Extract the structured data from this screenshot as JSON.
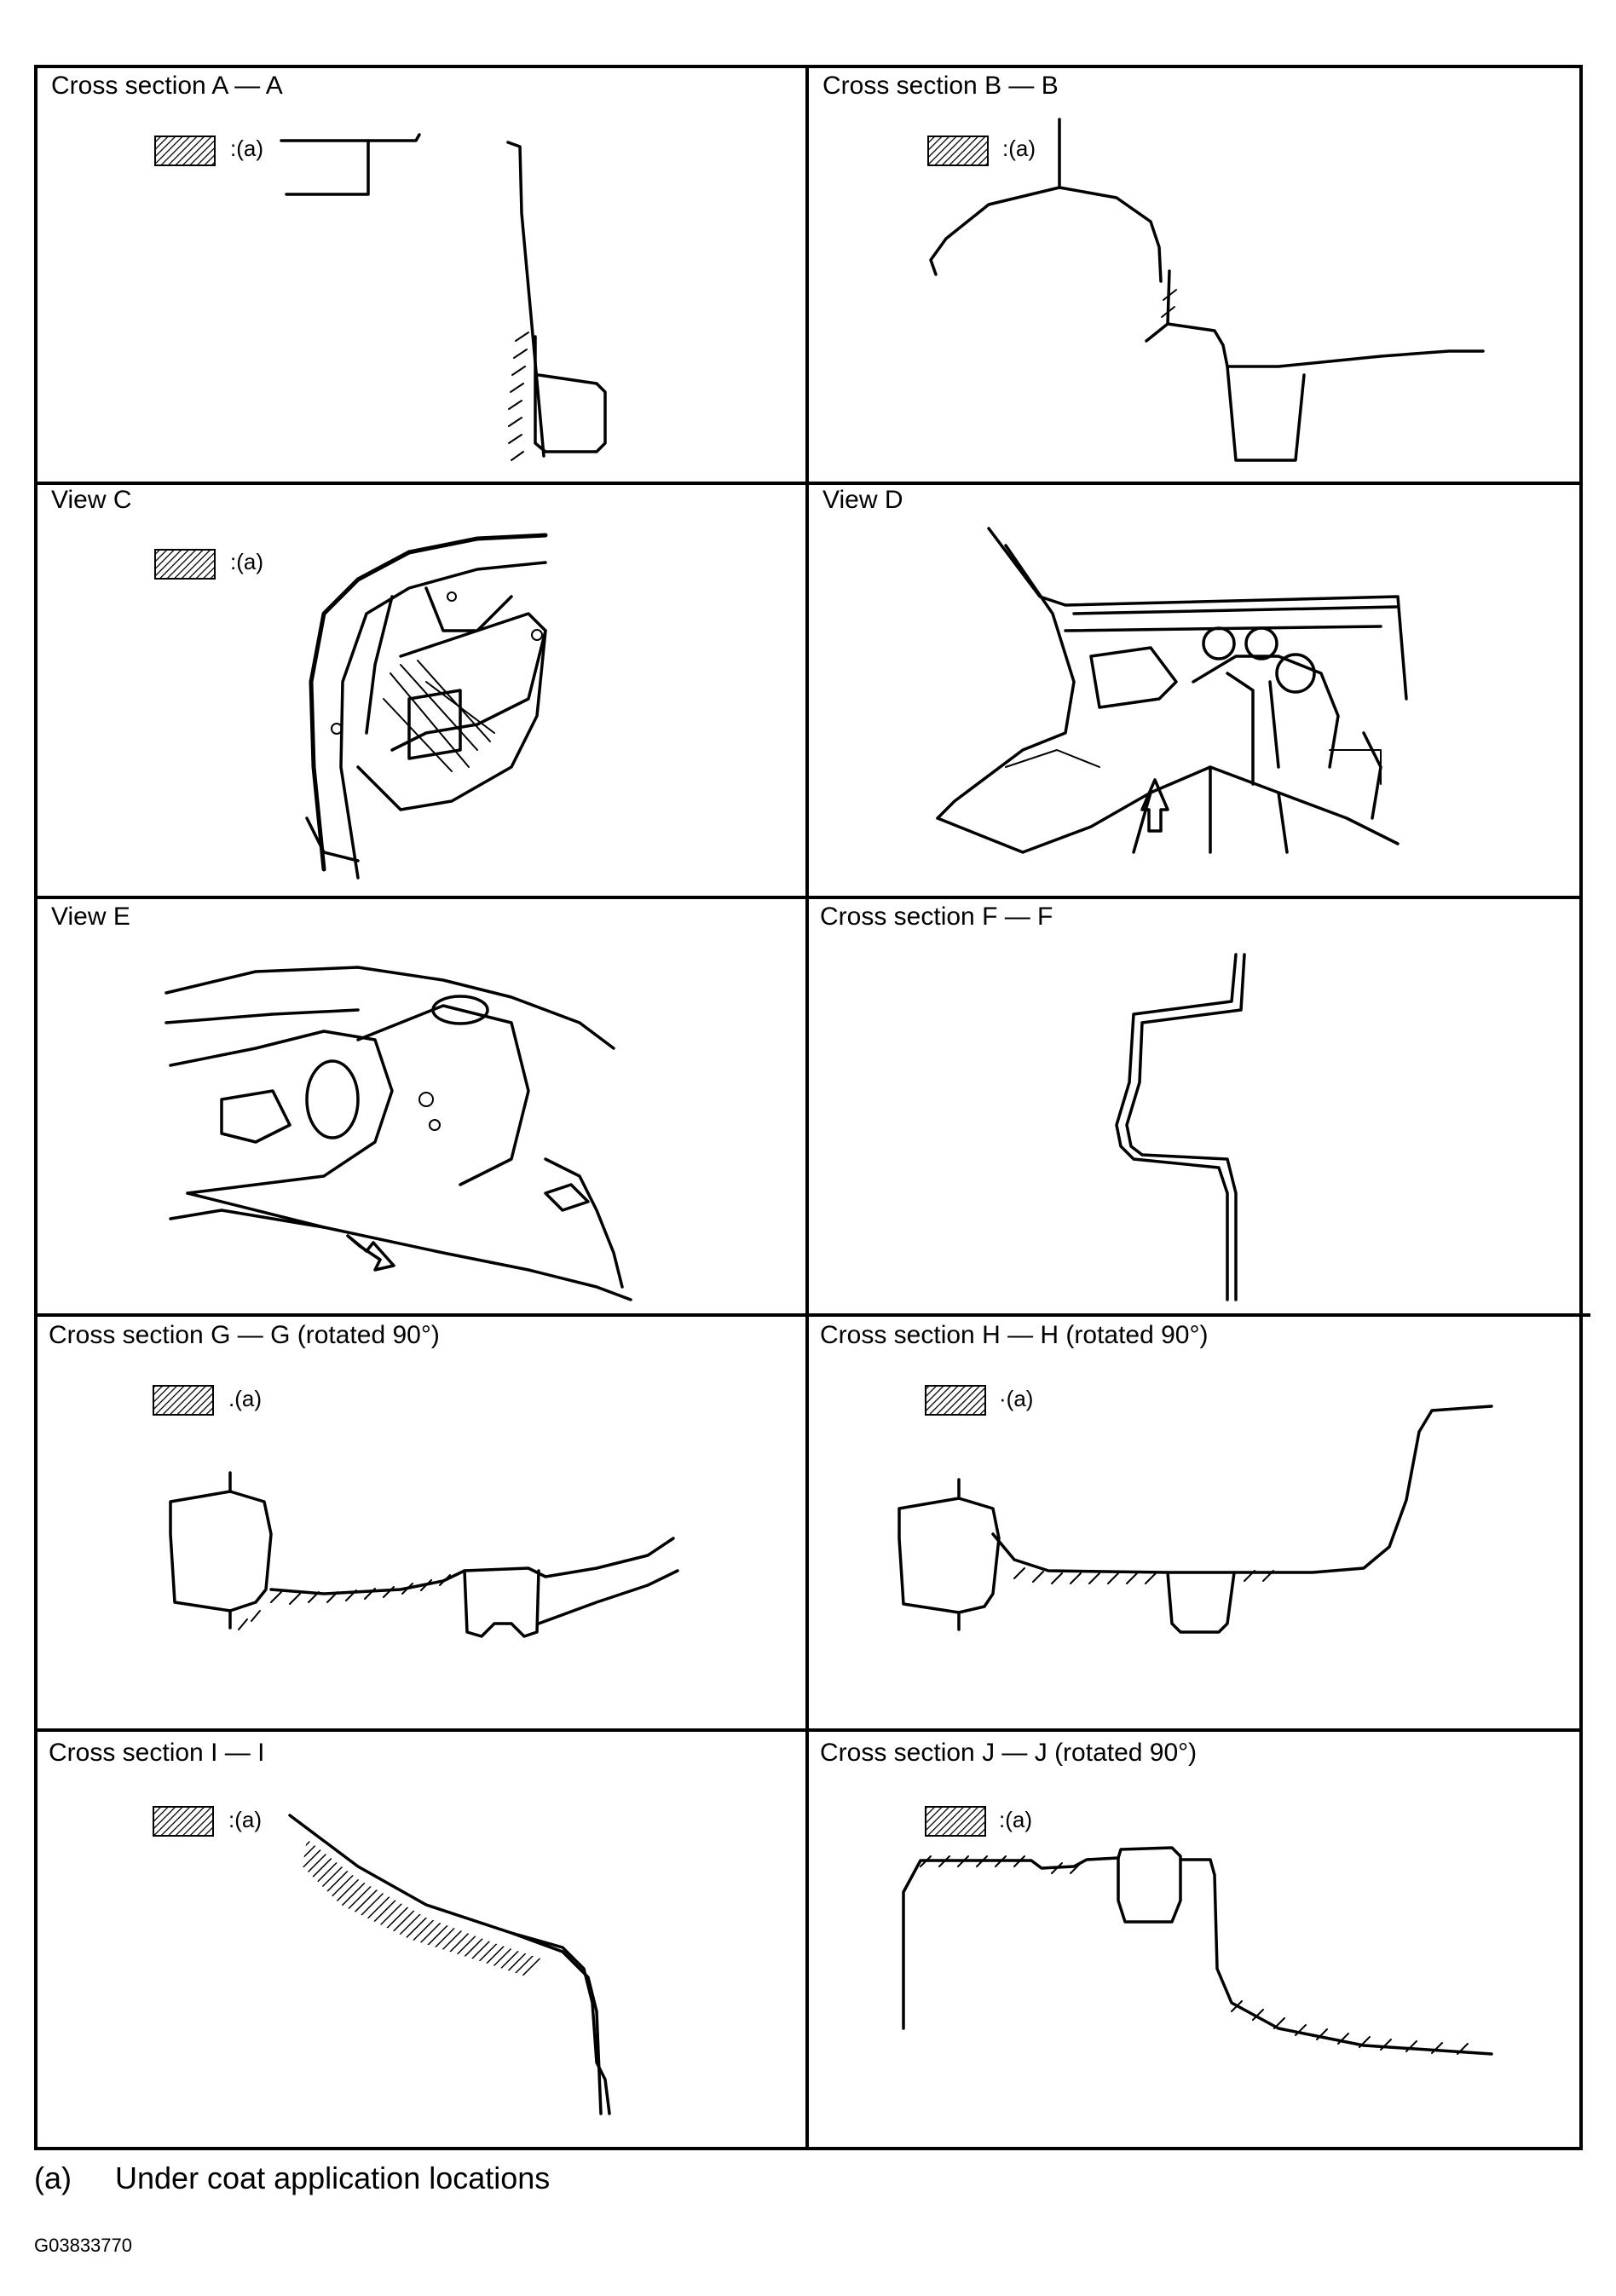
{
  "panels": [
    {
      "id": "A",
      "title": "Cross section A — A",
      "legend": ":(a)"
    },
    {
      "id": "B",
      "title": "Cross section B — B",
      "legend": ":(a)"
    },
    {
      "id": "C",
      "title": "View C",
      "legend": ":(a)"
    },
    {
      "id": "D",
      "title": "View D",
      "legend": ""
    },
    {
      "id": "E",
      "title": "View E",
      "legend": ""
    },
    {
      "id": "F",
      "title": "Cross section F — F",
      "legend": ""
    },
    {
      "id": "G",
      "title": "Cross section G — G (rotated 90°)",
      "legend": ".(a)"
    },
    {
      "id": "H",
      "title": "Cross section H — H (rotated 90°)",
      "legend": "·(a)"
    },
    {
      "id": "I",
      "title": "Cross section I — I",
      "legend": ":(a)"
    },
    {
      "id": "J",
      "title": "Cross section J — J (rotated 90°)",
      "legend": ":(a)"
    }
  ],
  "footnote": {
    "marker": "(a)",
    "text": "Under coat application locations"
  },
  "figure_id": "G03833770",
  "colors": {
    "line": "#000000",
    "background": "#ffffff",
    "hatch": "#000000"
  }
}
